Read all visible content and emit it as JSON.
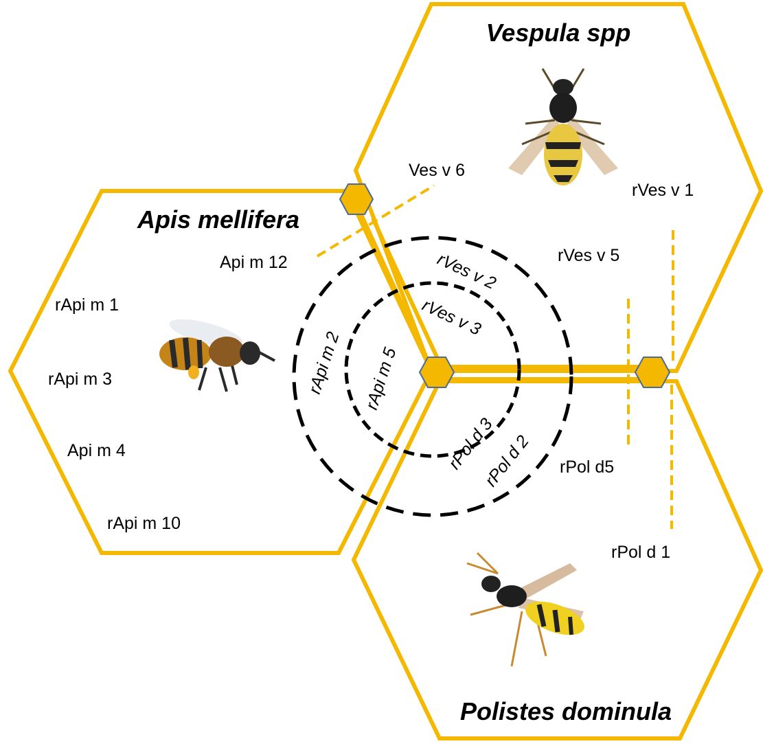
{
  "colors": {
    "hexagon": "#F5B800",
    "node_stroke": "#4A6A9A",
    "ring": "#000000",
    "text": "#000000"
  },
  "species": {
    "vespula": {
      "title": "Vespula spp",
      "icon": "wasp-icon"
    },
    "apis": {
      "title": "Apis mellifera",
      "icon": "honeybee-icon"
    },
    "polistes": {
      "title": "Polistes dominula",
      "icon": "paper-wasp-icon"
    }
  },
  "labels": {
    "ves_v6": "Ves v 6",
    "rves_v1": "rVes v 1",
    "rves_v5": "rVes v 5",
    "api_m12": "Api m 12",
    "rapi_m1": "rApi m 1",
    "rapi_m3": "rApi m 3",
    "api_m4": "Api m 4",
    "rapi_m10": "rApi m 10",
    "rpol_d5": "rPol d5",
    "rpol_d1": "rPol d 1"
  },
  "ring_labels": {
    "rves_v2": "rVes v 2",
    "rves_v3": "rVes v 3",
    "rapi_m2": "rApi  m 2",
    "rapi_m5": "rApi m 5",
    "rpol_d3": "rPol d 3",
    "rpol_d2": "rPol d 2"
  }
}
